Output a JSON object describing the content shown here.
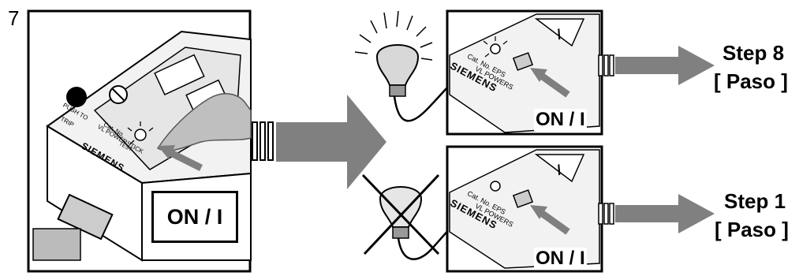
{
  "step_number": "7",
  "main_panel": {
    "brand": "SIEMENS",
    "device_text": "VL POWERSTICK",
    "cat_text": "Cat. No.",
    "push_text": "PUSH TO",
    "trip_text": "TRIP",
    "test_text": "TEST",
    "button_label": "ON / I"
  },
  "result_top": {
    "brand": "SIEMENS",
    "cat_text": "Cat. No. EPS",
    "device_text": "VL POWERS",
    "label": "ON / I",
    "next_step": "Step 8",
    "next_step_es": "[ Paso ]"
  },
  "result_bottom": {
    "brand": "SIEMENS",
    "cat_text": "Cat. No. EPS",
    "device_text": "VL POWERS",
    "label": "ON / I",
    "next_step": "Step 1",
    "next_step_es": "[ Paso ]"
  },
  "colors": {
    "arrow": "#808080",
    "outline": "#000000",
    "bulb": "#d8d8d8"
  }
}
